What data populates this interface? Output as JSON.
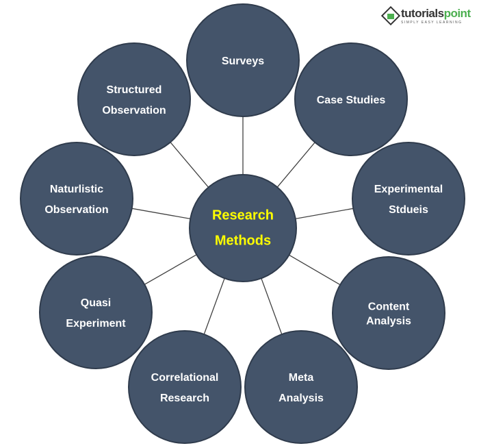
{
  "logo": {
    "text_a": "tutorials",
    "text_b": "point",
    "tagline": "SIMPLY EASY LEARNING"
  },
  "colors": {
    "node": "#44546A",
    "border": "#2f3b4c",
    "center_text": "#FFFF00",
    "line": "#404040"
  },
  "center": {
    "lines": [
      "Research",
      "Methods"
    ]
  },
  "nodes": [
    {
      "lines": [
        "Surveys"
      ]
    },
    {
      "lines": [
        "Case Studies"
      ]
    },
    {
      "lines": [
        "Experimental",
        "Stdueis"
      ]
    },
    {
      "lines": [
        "Content",
        "Analysis"
      ]
    },
    {
      "lines": [
        "Meta",
        "Analysis"
      ]
    },
    {
      "lines": [
        "Correlational",
        "Research"
      ]
    },
    {
      "lines": [
        "Quasi",
        "Experiment"
      ]
    },
    {
      "lines": [
        "Naturlistic",
        "Observation"
      ]
    },
    {
      "lines": [
        "Structured",
        "Observation"
      ]
    }
  ]
}
